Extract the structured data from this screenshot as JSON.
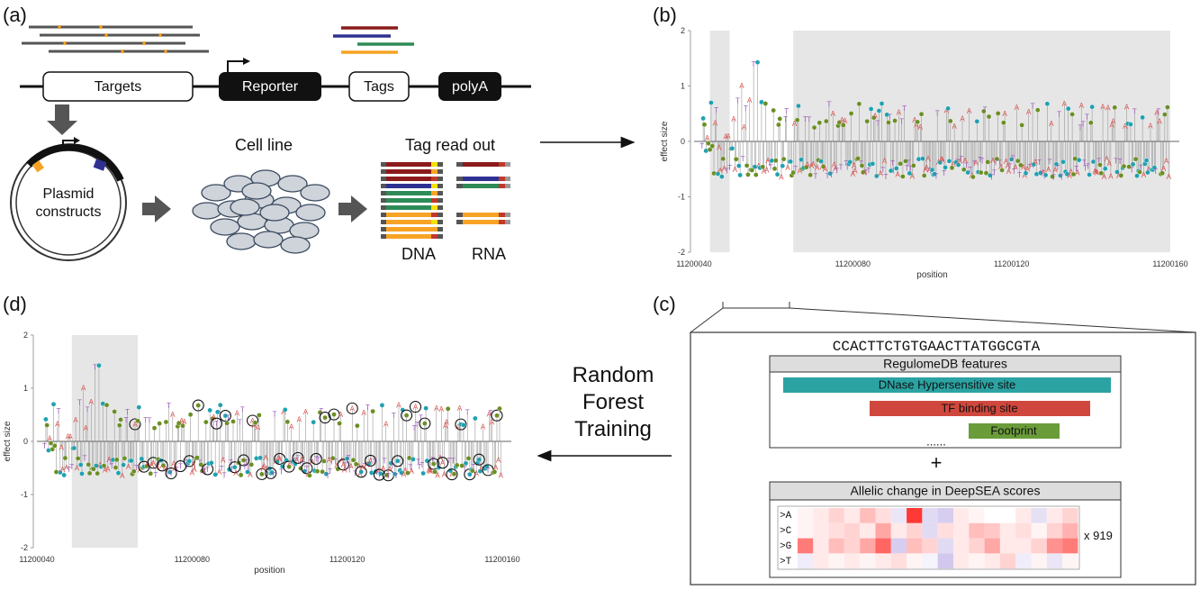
{
  "panels": {
    "a": "(a)",
    "b": "(b)",
    "c": "(c)",
    "d": "(d)"
  },
  "panel_a": {
    "modules": {
      "targets": "Targets",
      "reporter": "Reporter",
      "tags": "Tags",
      "polya": "polyA"
    },
    "plasmid": {
      "line1": "Plasmid",
      "line2": "constructs"
    },
    "cell_line": "Cell line",
    "tag_readout": "Tag read out",
    "dna": "DNA",
    "rna": "RNA",
    "colors": {
      "red": "#8b1a1a",
      "blue": "#2e3192",
      "green": "#2e8b57",
      "orange": "#f7a325",
      "yellow": "#f5e000",
      "cell": "#cfd3da"
    }
  },
  "panel_c": {
    "sequence": "CCACTTCTGTGAACTTATGGCGTA",
    "regulome_title": "RegulomeDB features",
    "features": {
      "dnase": "DNase Hypersensitive site",
      "tf": "TF binding site",
      "footprint": "Footprint"
    },
    "ellipsis": "......",
    "plus": "+",
    "deepsea_title": "Allelic change in DeepSEA scores",
    "rows": [
      ">A",
      ">C",
      ">G",
      ">T"
    ],
    "times": "x 919",
    "colors": {
      "dnase": "#2ba3a3",
      "tf": "#d0483d",
      "footprint": "#6a9c3a"
    }
  },
  "rf": {
    "line1": "Random",
    "line2": "Forest",
    "line3": "Training"
  },
  "chart_data": [
    {
      "panel": "b",
      "type": "scatter",
      "title": "",
      "xlabel": "position",
      "ylabel": "effect size",
      "xticks": [
        "11200040",
        "11200080",
        "11200120",
        "11200160"
      ],
      "yticks": [
        "-2",
        "-1",
        "0",
        "1",
        "2"
      ],
      "ylim": [
        -2,
        2
      ],
      "xlim": [
        11200040,
        11200160
      ],
      "shaded_regions": [
        [
          11200044,
          11200049
        ],
        [
          11200065,
          11200160
        ]
      ],
      "grid": false,
      "series_note": "lollipop effect sizes per nucleotide substitution (A, C, G, T)"
    },
    {
      "panel": "d",
      "type": "scatter",
      "title": "",
      "xlabel": "position",
      "ylabel": "effect size",
      "xticks": [
        "11200040",
        "11200080",
        "11200120",
        "11200160"
      ],
      "yticks": [
        "-2",
        "-1",
        "0",
        "1",
        "2"
      ],
      "ylim": [
        -2,
        2
      ],
      "xlim": [
        11200040,
        11200160
      ],
      "shaded_regions": [
        [
          11200049,
          11200066
        ]
      ],
      "grid": false,
      "series_note": "same lollipop data with significant variants circled"
    }
  ]
}
